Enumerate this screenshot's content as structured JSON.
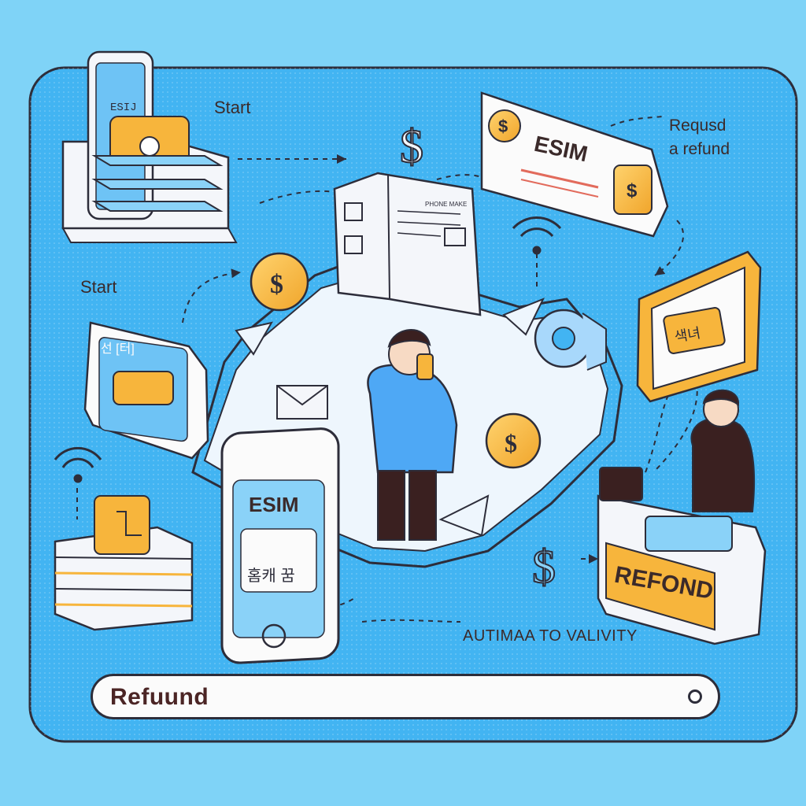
{
  "labels": {
    "start_top": "Start",
    "start_left": "Start",
    "request_line1": "Requsd",
    "request_line2": "a refund",
    "automa": "AUTIMAA TO VALIVITY"
  },
  "cards": {
    "esim_top": "ESIM",
    "esim_phone": "ESIM",
    "esim_phone_code": "홈캐 꿈",
    "refund_counter": "REFOND",
    "sim_card_code": "색녀",
    "monitor_code": "ESIJ",
    "left_card_code": "선 [터]",
    "doc_header": "PHONE MAKE"
  },
  "icons": [
    "dollar-icon",
    "wifi-icon",
    "gear-icon",
    "envelope-icon"
  ],
  "search_bar": {
    "value": "Refuund"
  },
  "colors": {
    "background": "#7fd3f7",
    "panel": "#42b4f2",
    "coin": "#f7b53c",
    "card_white": "#fbfbfb",
    "ink": "#2d2d3a"
  }
}
